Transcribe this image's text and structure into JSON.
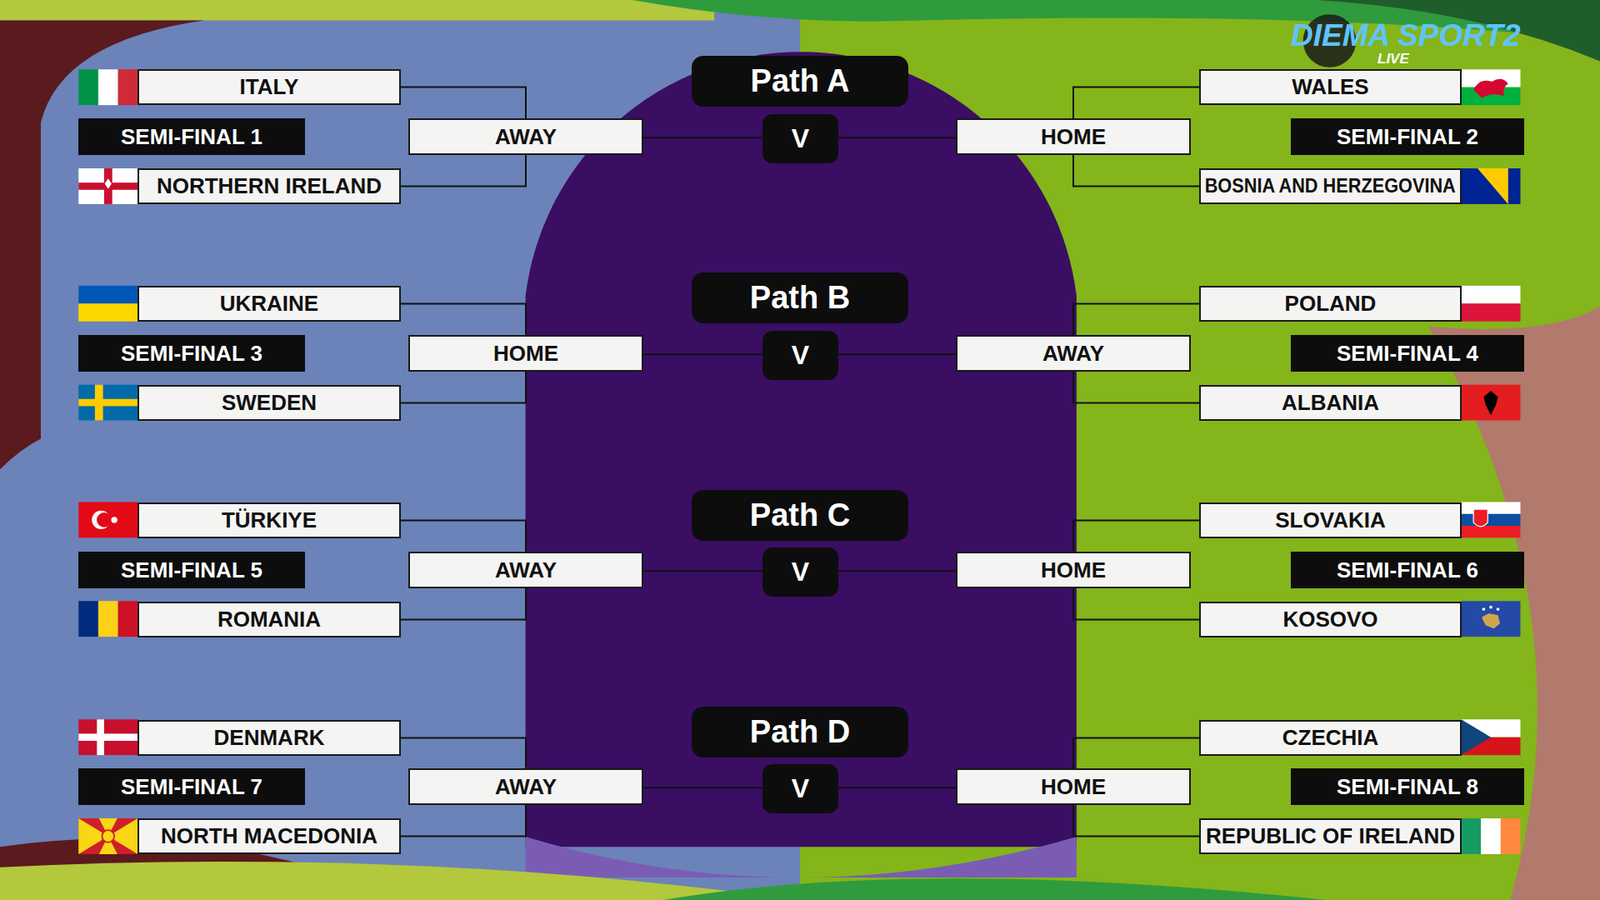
{
  "diagram": {
    "nodes": [
      {
        "text": [
          "Path A"
        ]
      },
      {
        "text": [
          "ITALY"
        ]
      },
      {
        "text": [
          "SEMI-FINAL 1"
        ]
      },
      {
        "text": [
          "NORTHERN IRELAND"
        ]
      },
      {
        "text": [
          "AWAY"
        ]
      },
      {
        "text": [
          "V"
        ]
      },
      {
        "text": [
          "HOME"
        ]
      },
      {
        "text": [
          "WALES"
        ]
      },
      {
        "text": [
          "SEMI-FINAL 2"
        ]
      },
      {
        "text": [
          "BOSNIA AND HERZEGOVINA"
        ]
      },
      {
        "text": [
          "Path B"
        ]
      },
      {
        "text": [
          "UKRAINE"
        ]
      },
      {
        "text": [
          "SEMI-FINAL 3"
        ]
      },
      {
        "text": [
          "SWEDEN"
        ]
      },
      {
        "text": [
          "HOME"
        ]
      },
      {
        "text": [
          "V"
        ]
      },
      {
        "text": [
          "AWAY"
        ]
      },
      {
        "text": [
          "POLAND"
        ]
      },
      {
        "text": [
          "SEMI-FINAL 4"
        ]
      },
      {
        "text": [
          "ALBANIA"
        ]
      },
      {
        "text": [
          "Path C"
        ]
      },
      {
        "text": [
          "TÜRKIYE"
        ]
      },
      {
        "text": [
          "SEMI-FINAL 5"
        ]
      },
      {
        "text": [
          "ROMANIA"
        ]
      },
      {
        "text": [
          "AWAY"
        ]
      },
      {
        "text": [
          "V"
        ]
      },
      {
        "text": [
          "HOME"
        ]
      },
      {
        "text": [
          "SLOVAKIA"
        ]
      },
      {
        "text": [
          "SEMI-FINAL 6"
        ]
      },
      {
        "text": [
          "KOSOVO"
        ]
      },
      {
        "text": [
          "Path D"
        ]
      },
      {
        "text": [
          "DENMARK"
        ]
      },
      {
        "text": [
          "SEMI-FINAL 7"
        ]
      },
      {
        "text": [
          "NORTH MACEDONIA"
        ]
      },
      {
        "text": [
          "AWAY"
        ]
      },
      {
        "text": [
          "V"
        ]
      },
      {
        "text": [
          "HOME"
        ]
      },
      {
        "text": [
          "CZECHIA"
        ]
      },
      {
        "text": [
          "SEMI-FINAL 8"
        ]
      },
      {
        "text": [
          "REPUBLIC OF IRELAND"
        ]
      }
    ],
    "edges": [
      {
        "from": 1,
        "to": 4,
        "arrow": "none"
      },
      {
        "from": 3,
        "to": 4,
        "arrow": "none"
      },
      {
        "from": 4,
        "to": 5,
        "arrow": "none"
      },
      {
        "from": 5,
        "to": 6,
        "arrow": "none"
      },
      {
        "from": 7,
        "to": 6,
        "arrow": "none"
      },
      {
        "from": 9,
        "to": 6,
        "arrow": "none"
      },
      {
        "from": 11,
        "to": 14,
        "arrow": "none"
      },
      {
        "from": 13,
        "to": 14,
        "arrow": "none"
      },
      {
        "from": 14,
        "to": 15,
        "arrow": "none"
      },
      {
        "from": 15,
        "to": 16,
        "arrow": "none"
      },
      {
        "from": 17,
        "to": 16,
        "arrow": "none"
      },
      {
        "from": 19,
        "to": 16,
        "arrow": "none"
      },
      {
        "from": 21,
        "to": 24,
        "arrow": "none"
      },
      {
        "from": 23,
        "to": 24,
        "arrow": "none"
      },
      {
        "from": 24,
        "to": 25,
        "arrow": "none"
      },
      {
        "from": 25,
        "to": 26,
        "arrow": "none"
      },
      {
        "from": 27,
        "to": 26,
        "arrow": "none"
      },
      {
        "from": 29,
        "to": 26,
        "arrow": "none"
      },
      {
        "from": 31,
        "to": 34,
        "arrow": "none"
      },
      {
        "from": 33,
        "to": 34,
        "arrow": "none"
      },
      {
        "from": 34,
        "to": 35,
        "arrow": "none"
      },
      {
        "from": 35,
        "to": 36,
        "arrow": "none"
      },
      {
        "from": 37,
        "to": 36,
        "arrow": "none"
      },
      {
        "from": 39,
        "to": 36,
        "arrow": "none"
      }
    ],
    "labels": [
      "DIEMA SPORT2",
      "LIVE"
    ]
  }
}
